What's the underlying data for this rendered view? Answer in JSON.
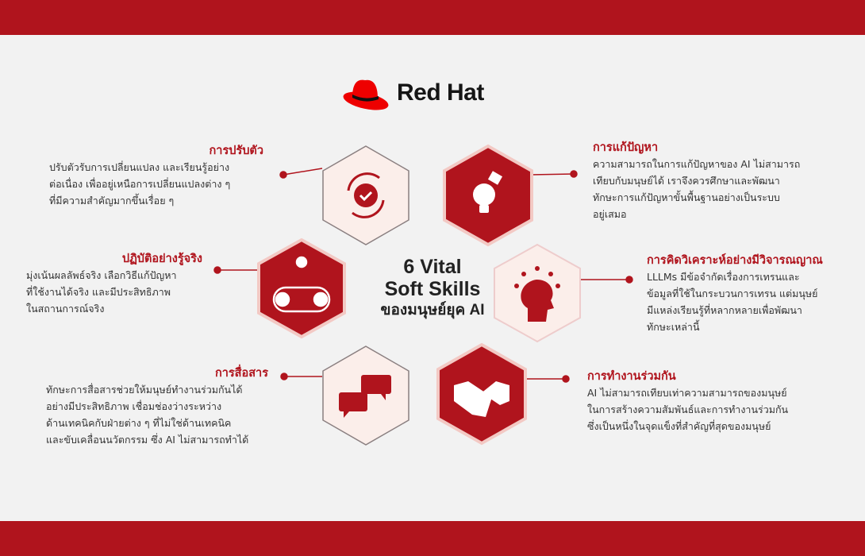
{
  "brand": {
    "name": "Red Hat"
  },
  "title": {
    "line1": "6 Vital",
    "line2": "Soft Skills",
    "line3": "ของมนุษย์ยุค AI"
  },
  "colors": {
    "accent": "#b0141d",
    "light_hex": "#fbeeea",
    "background": "#f2f2f2"
  },
  "skills": [
    {
      "title": "การปรับตัว",
      "icon": "adapt-cycle-check-icon",
      "lines": [
        "ปรับตัวรับการเปลี่ยนแปลง และเรียนรู้อย่าง",
        "ต่อเนื่อง เพื่ออยู่เหนือการเปลี่ยนแปลงต่าง ๆ",
        "ที่มีความสำคัญมากขึ้นเรื่อย ๆ"
      ]
    },
    {
      "title": "การแก้ปัญหา",
      "icon": "lightbulb-puzzle-icon",
      "lines": [
        "ความสามารถในการแก้ปัญหาของ AI ไม่สามารถ",
        "เทียบกับมนุษย์ได้ เราจึงควรศึกษาและพัฒนา",
        "ทักษะการแก้ปัญหาขั้นพื้นฐานอย่างเป็นระบบ",
        "อยู่เสมอ"
      ]
    },
    {
      "title": "ปฏิบัติอย่างรู้จริง",
      "icon": "practical-gear-heart-icon",
      "lines": [
        "มุ่งเน้นผลลัพธ์จริง เลือกวิธีแก้ปัญหา",
        "ที่ใช้งานได้จริง และมีประสิทธิภาพ",
        "ในสถานการณ์จริง"
      ]
    },
    {
      "title": "การคิดวิเคราะห์อย่างมีวิจารณญาณ",
      "icon": "head-gears-icon",
      "lines": [
        "LLLMs มีข้อจำกัดเรื่องการเทรนและ",
        "ข้อมูลที่ใช้ในกระบวนการเทรน แต่มนุษย์",
        "มีแหล่งเรียนรู้ที่หลากหลายเพื่อพัฒนา",
        "ทักษะเหล่านี้"
      ]
    },
    {
      "title": "การสื่อสาร",
      "icon": "chat-bubbles-icon",
      "lines": [
        "ทักษะการสื่อสารช่วยให้มนุษย์ทำงานร่วมกันได้",
        "อย่างมีประสิทธิภาพ เชื่อมช่องว่างระหว่าง",
        "ด้านเทคนิคกับฝ่ายต่าง ๆ ที่ไม่ใช่ด้านเทคนิค",
        "และขับเคลื่อนนวัตกรรม ซึ่ง AI ไม่สามารถทำได้"
      ]
    },
    {
      "title": "การทำงานร่วมกัน",
      "icon": "handshake-icon",
      "lines": [
        "AI ไม่สามารถเทียบเท่าความสามารถของมนุษย์",
        "ในการสร้างความสัมพันธ์และการทำงานร่วมกัน",
        "ซึ่งเป็นหนึ่งในจุดแข็งที่สำคัญที่สุดของมนุษย์"
      ]
    }
  ]
}
